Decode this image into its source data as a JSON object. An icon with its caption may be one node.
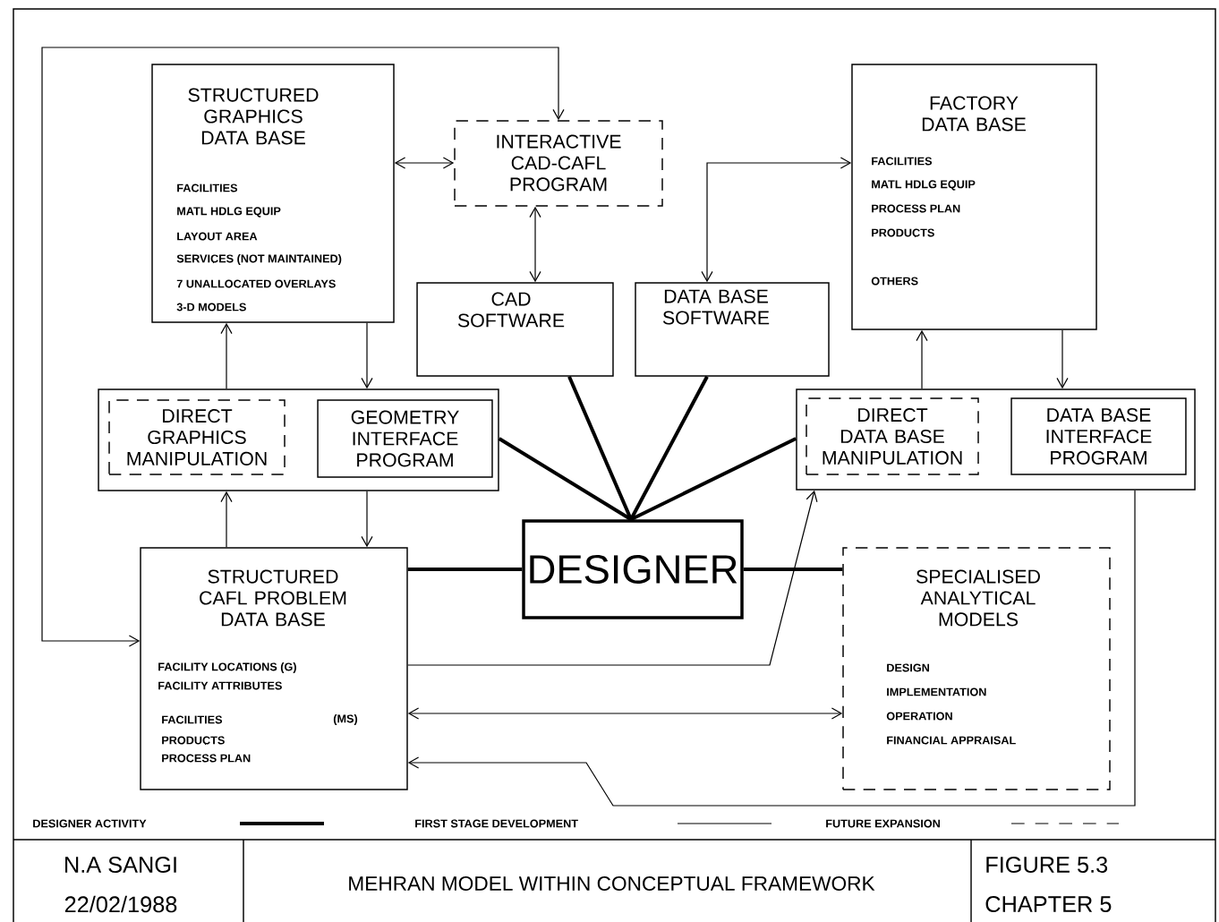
{
  "diagram": {
    "title": "MEHRAN MODEL WITHIN CONCEPTUAL FRAMEWORK",
    "nodes": [
      {
        "text": [
          "STRUCTURED GRAPHICS DATA BASE",
          "FACILITIES",
          "MATL HDLG EQUIP",
          "LAYOUT AREA",
          "SERVICES (NOT MAINTAINED)",
          "7 UNALLOCATED OVERLAYS",
          "3-D MODELS"
        ]
      },
      {
        "text": [
          "INTERACTIVE CAD-CAFL PROGRAM"
        ]
      },
      {
        "text": [
          "CAD SOFTWARE"
        ]
      },
      {
        "text": [
          "DATA BASE SOFTWARE"
        ]
      },
      {
        "text": [
          "FACTORY DATA BASE",
          "FACILITIES",
          "MATL HDLG EQUIP",
          "PROCESS PLAN",
          "PRODUCTS",
          "OTHERS"
        ]
      },
      {
        "text": [],
        "shape": "box"
      },
      {
        "text": [
          "DIRECT GRAPHICS MANIPULATION"
        ],
        "in": 5
      },
      {
        "text": [
          "GEOMETRY INTERFACE PROGRAM"
        ],
        "in": 5
      },
      {
        "text": [],
        "shape": "box"
      },
      {
        "text": [
          "DIRECT DATA BASE MANIPULATION"
        ],
        "in": 8
      },
      {
        "text": [
          "DATA BASE INTERFACE PROGRAM"
        ],
        "in": 8
      },
      {
        "text": [
          "DESIGNER"
        ]
      },
      {
        "text": [
          "STRUCTURED CAFL PROBLEM DATA BASE",
          "FACILITY LOCATIONS (G)",
          "FACILITY ATTRIBUTES",
          "FACILITIES",
          "(MS)",
          "PRODUCTS",
          "PROCESS PLAN"
        ]
      },
      {
        "text": [
          "SPECIALISED ANALYTICAL MODELS",
          "DESIGN",
          "IMPLEMENTATION",
          "OPERATION",
          "FINANCIAL APPRAISAL"
        ]
      }
    ],
    "edges": [
      {
        "from": 12,
        "to": 1,
        "arrow": "both"
      },
      {
        "from": 0,
        "to": 1,
        "arrow": "both"
      },
      {
        "from": 1,
        "to": 2,
        "arrow": "both"
      },
      {
        "from": 3,
        "to": 4,
        "arrow": "both"
      },
      {
        "from": 5,
        "to": 0,
        "arrow": "to"
      },
      {
        "from": 0,
        "to": 5,
        "arrow": "to"
      },
      {
        "from": 12,
        "to": 5,
        "arrow": "to"
      },
      {
        "from": 5,
        "to": 12,
        "arrow": "to"
      },
      {
        "from": 8,
        "to": 4,
        "arrow": "to"
      },
      {
        "from": 4,
        "to": 8,
        "arrow": "to"
      },
      {
        "from": 11,
        "to": 2,
        "arrow": "none",
        "style": "thick"
      },
      {
        "from": 11,
        "to": 3,
        "arrow": "none",
        "style": "thick"
      },
      {
        "from": 11,
        "to": 5,
        "arrow": "none",
        "style": "thick"
      },
      {
        "from": 11,
        "to": 8,
        "arrow": "none",
        "style": "thick"
      },
      {
        "from": 11,
        "to": 12,
        "arrow": "none",
        "style": "thick"
      },
      {
        "from": 11,
        "to": 13,
        "arrow": "none",
        "style": "thick"
      },
      {
        "from": 12,
        "to": 8,
        "arrow": "to"
      },
      {
        "from": 12,
        "to": 13,
        "arrow": "both"
      },
      {
        "from": 8,
        "to": 12,
        "arrow": "to"
      }
    ],
    "labels": [
      "N.A SANGI",
      "22/02/1988",
      "FIGURE 5.3",
      "CHAPTER 5"
    ],
    "legend": [
      {
        "text": "DESIGNER ACTIVITY"
      },
      {
        "text": "FIRST STAGE DEVELOPMENT"
      },
      {
        "text": "FUTURE EXPANSION"
      }
    ]
  }
}
